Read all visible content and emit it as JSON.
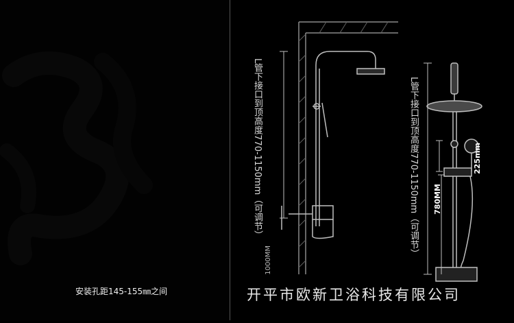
{
  "left_panel": {
    "caption": "安装孔距145-155㎜之间"
  },
  "diagram": {
    "height_label_left": "L管下接口到顶高度770-1150mm（可调节）",
    "height_label_right": "L管下接口到顶高度770-1150mm（可调节）",
    "bottom_dimension_label": "1000MM",
    "dim_225": "225mm",
    "dim_780": "780MM"
  },
  "footer": {
    "company_name": "开平市欧新卫浴科技有限公司"
  },
  "colors": {
    "background": "#000000",
    "line": "#bfbfbf",
    "wall": "#8a8a8a",
    "text": "#e6e6e6"
  },
  "icons": [
    "calligraphy-watermark",
    "shower-column-schematic",
    "wall-section"
  ]
}
